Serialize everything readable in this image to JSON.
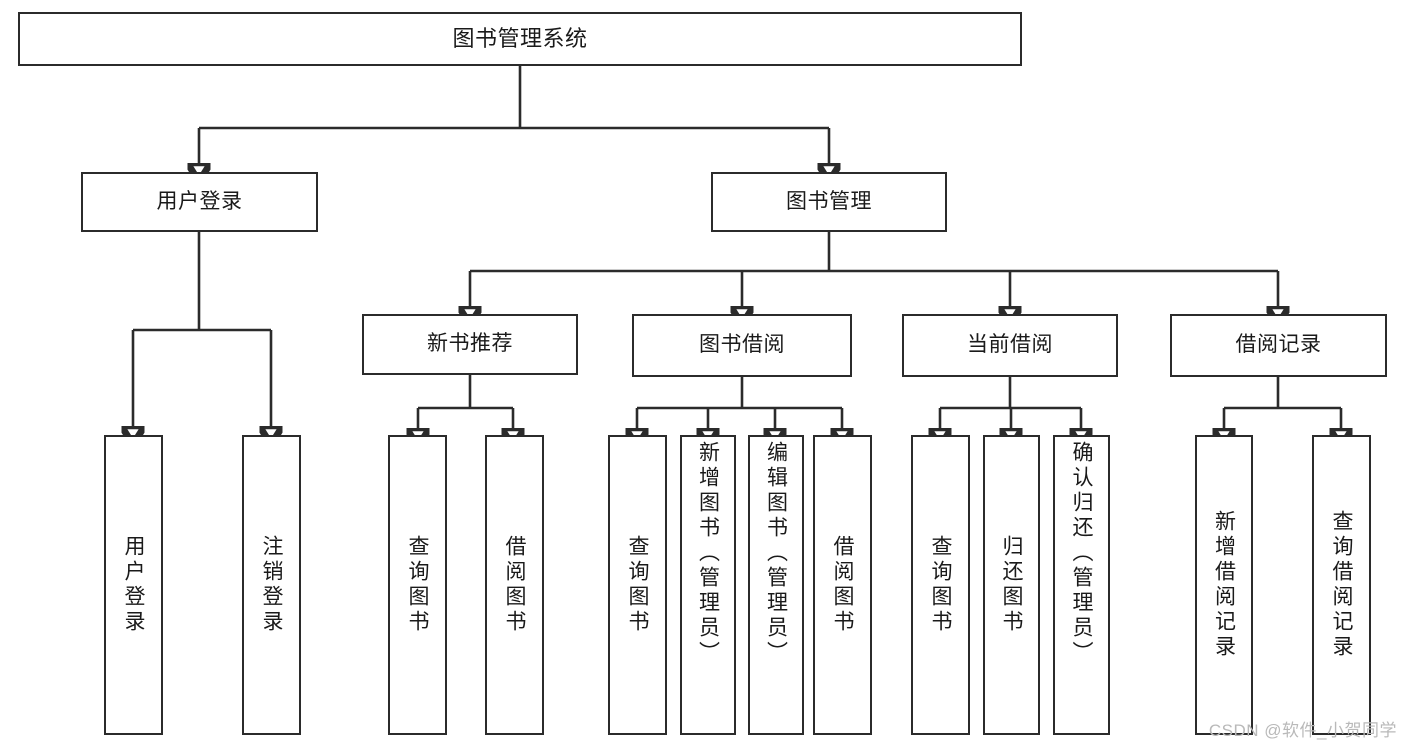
{
  "diagram": {
    "type": "tree",
    "title": "图书管理系统",
    "orientation": "top-down",
    "watermark": "CSDN @软件_小贺同学",
    "colors": {
      "stroke": "#2b2b2b",
      "fill": "#ffffff",
      "text": "#1a1a1a",
      "watermark": "#b9b9b9"
    },
    "nodes": {
      "root": {
        "label": "图书管理系统"
      },
      "level2": [
        {
          "id": "user-login",
          "label": "用户登录"
        },
        {
          "id": "book-manage",
          "label": "图书管理"
        }
      ],
      "level3": [
        {
          "id": "new-book-recommend",
          "label": "新书推荐"
        },
        {
          "id": "book-borrow",
          "label": "图书借阅"
        },
        {
          "id": "current-borrow",
          "label": "当前借阅"
        },
        {
          "id": "borrow-record",
          "label": "借阅记录"
        }
      ],
      "leaves": {
        "user_login": [
          {
            "id": "leaf-user-login",
            "label": "用户登录"
          },
          {
            "id": "leaf-logout-login",
            "label": "注销登录"
          }
        ],
        "new_book_recommend": [
          {
            "id": "leaf-query-book-1",
            "label": "查询图书"
          },
          {
            "id": "leaf-borrow-book-1",
            "label": "借阅图书"
          }
        ],
        "book_borrow": [
          {
            "id": "leaf-query-book-2",
            "label": "查询图书"
          },
          {
            "id": "leaf-add-book",
            "label": "新增图书（管理员）"
          },
          {
            "id": "leaf-edit-book",
            "label": "编辑图书（管理员）"
          },
          {
            "id": "leaf-borrow-book-2",
            "label": "借阅图书"
          }
        ],
        "current_borrow": [
          {
            "id": "leaf-query-book-3",
            "label": "查询图书"
          },
          {
            "id": "leaf-return-book",
            "label": "归还图书"
          },
          {
            "id": "leaf-confirm-return",
            "label": "确认归还（管理员）"
          }
        ],
        "borrow_record": [
          {
            "id": "leaf-add-record",
            "label": "新增借阅记录"
          },
          {
            "id": "leaf-query-record",
            "label": "查询借阅记录"
          }
        ]
      }
    }
  }
}
